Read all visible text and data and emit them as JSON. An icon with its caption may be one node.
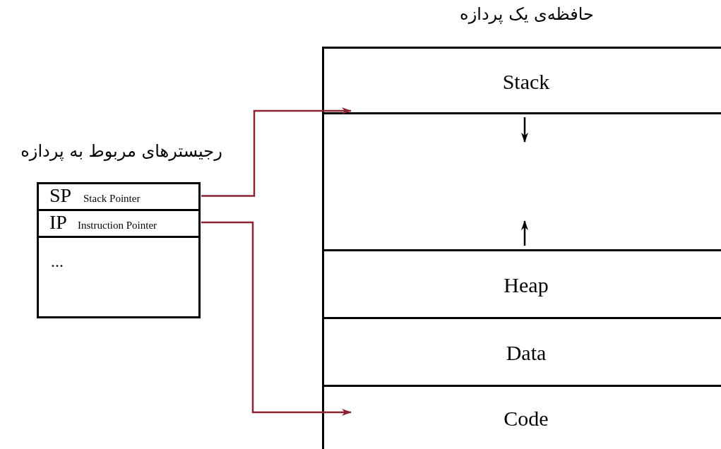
{
  "diagram": {
    "nodes": [
      {
        "text": [
          "حافظه‌ی یک پردازه"
        ]
      },
      {
        "text": [
          "Stack"
        ],
        "in": 0
      },
      {
        "text": [],
        "shape": "box",
        "in": 0
      },
      {
        "text": [
          "Heap"
        ],
        "in": 0
      },
      {
        "text": [
          "Data"
        ],
        "in": 0
      },
      {
        "text": [
          "Code"
        ],
        "in": 0
      },
      {
        "text": [
          "رجیسترهای مربوط به پردازه"
        ]
      },
      {
        "text": [
          "SP",
          "Stack Pointer"
        ],
        "in": 6
      },
      {
        "text": [
          "IP",
          "Instruction Pointer"
        ],
        "in": 6
      },
      {
        "text": [
          "..."
        ],
        "in": 6
      }
    ],
    "edges": [
      {
        "from": 7,
        "to": 1,
        "arrow": "to",
        "color": "#8b2332"
      },
      {
        "from": 8,
        "to": 5,
        "arrow": "to",
        "color": "#8b2332"
      }
    ]
  }
}
